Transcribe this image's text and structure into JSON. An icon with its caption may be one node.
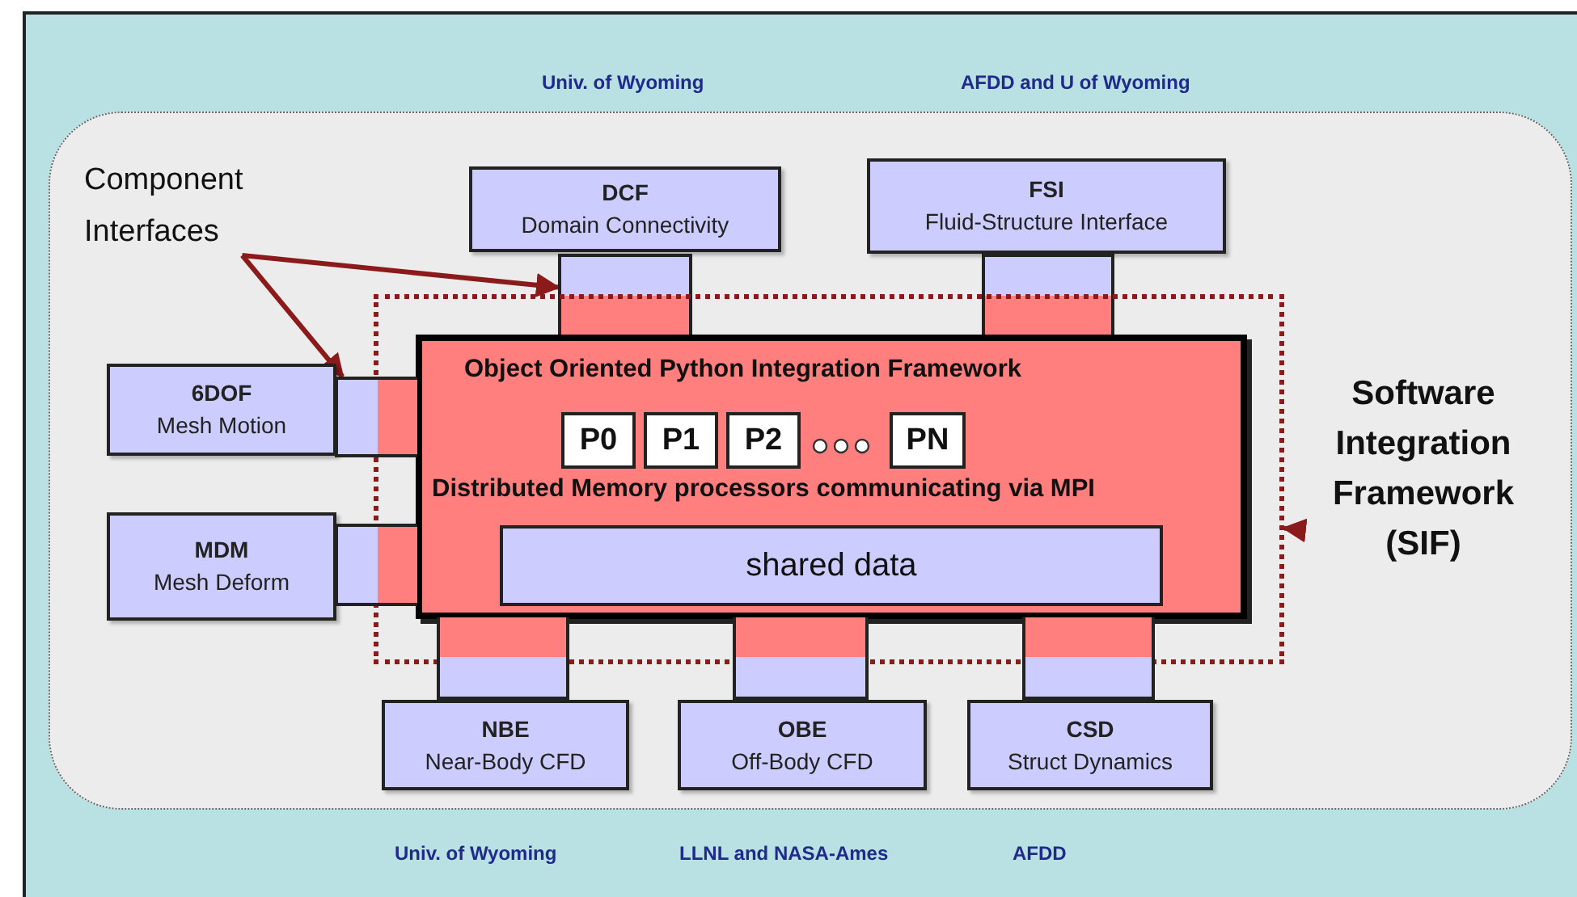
{
  "diagram": {
    "nodes": [
      {
        "text": [
          "Component Interfaces"
        ]
      },
      {
        "text": [
          "DCF",
          "Domain Connectivity"
        ]
      },
      {
        "text": [
          "FSI",
          "Fluid-Structure Interface"
        ]
      },
      {
        "text": [],
        "shape": "box"
      },
      {
        "text": [],
        "shape": "box"
      },
      {
        "text": [],
        "shape": "box"
      },
      {
        "text": [
          "Object Oriented Python Integration Framework",
          "Distributed Memory processors communicating via MPI"
        ],
        "in": 5
      },
      {
        "text": [
          "P0"
        ],
        "in": 6
      },
      {
        "text": [
          "P1"
        ],
        "in": 6
      },
      {
        "text": [
          "P2"
        ],
        "in": 6
      },
      {
        "text": [
          "PN"
        ],
        "in": 6
      },
      {
        "text": [
          "shared data"
        ],
        "in": 6
      },
      {
        "text": [
          "6DOF",
          "Mesh Motion"
        ]
      },
      {
        "text": [],
        "shape": "box"
      },
      {
        "text": [
          "MDM",
          "Mesh Deform"
        ]
      },
      {
        "text": [],
        "shape": "box"
      },
      {
        "text": [
          "Software Integration Framework (SIF)"
        ]
      },
      {
        "text": [],
        "shape": "box"
      },
      {
        "text": [],
        "shape": "box"
      },
      {
        "text": [],
        "shape": "box"
      },
      {
        "text": [
          "NBE",
          "Near-Body CFD"
        ]
      },
      {
        "text": [
          "OBE",
          "Off-Body CFD"
        ]
      },
      {
        "text": [
          "CSD",
          "Struct Dynamics"
        ]
      }
    ],
    "edges": [
      {
        "from": 0,
        "to": 3,
        "arrow": "to"
      },
      {
        "from": 0,
        "to": 13,
        "arrow": "to"
      },
      {
        "from": 16,
        "to": 5,
        "arrow": "to"
      }
    ],
    "labels": [
      "Univ. of Wyoming",
      "AFDD and U of Wyoming",
      "Univ. of Wyoming",
      "LLNL and NASA-Ames",
      "AFDD"
    ]
  }
}
